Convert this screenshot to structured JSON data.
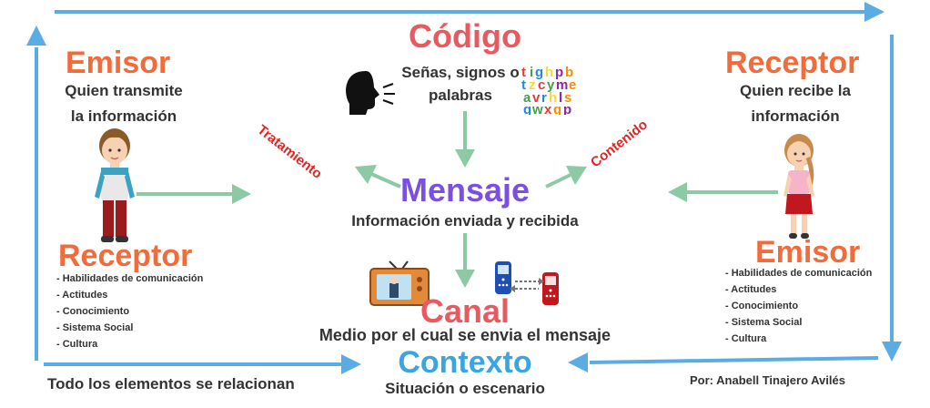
{
  "center": {
    "codigo": {
      "title": "Código",
      "desc": "Señas, signos o palabras"
    },
    "mensaje": {
      "title": "Mensaje",
      "desc": "Información enviada y recibida"
    },
    "canal": {
      "title": "Canal",
      "desc": "Medio por el cual se envia el mensaje"
    },
    "contexto": {
      "title": "Contexto",
      "desc": "Situación o escenario"
    },
    "tratamiento": "Tratamiento",
    "contenido": "Contenido"
  },
  "left": {
    "emisor_title": "Emisor",
    "emisor_desc_1": "Quien transmite",
    "emisor_desc_2": "la información",
    "receptor_title": "Receptor",
    "items": [
      "- Habilidades de comunicación",
      "- Actitudes",
      "- Conocimiento",
      "- Sistema Social",
      "- Cultura"
    ]
  },
  "right": {
    "receptor_title": "Receptor",
    "receptor_desc_1": "Quien recibe la",
    "receptor_desc_2": "información",
    "emisor_title": "Emisor",
    "items": [
      "- Habilidades de comunicación",
      "- Actitudes",
      "- Conocimiento",
      "- Sistema Social",
      "- Cultura"
    ]
  },
  "footer": {
    "relation": "Todo los elementos se relacionan",
    "author": "Por: Anabell Tinajero Avilés"
  },
  "colors": {
    "orange": "#f26b3a",
    "coral": "#e85a5f",
    "purple": "#7b4fe0",
    "blue": "#3aa5e0",
    "green_arrow": "#8ec9a6",
    "red": "#e52422"
  }
}
